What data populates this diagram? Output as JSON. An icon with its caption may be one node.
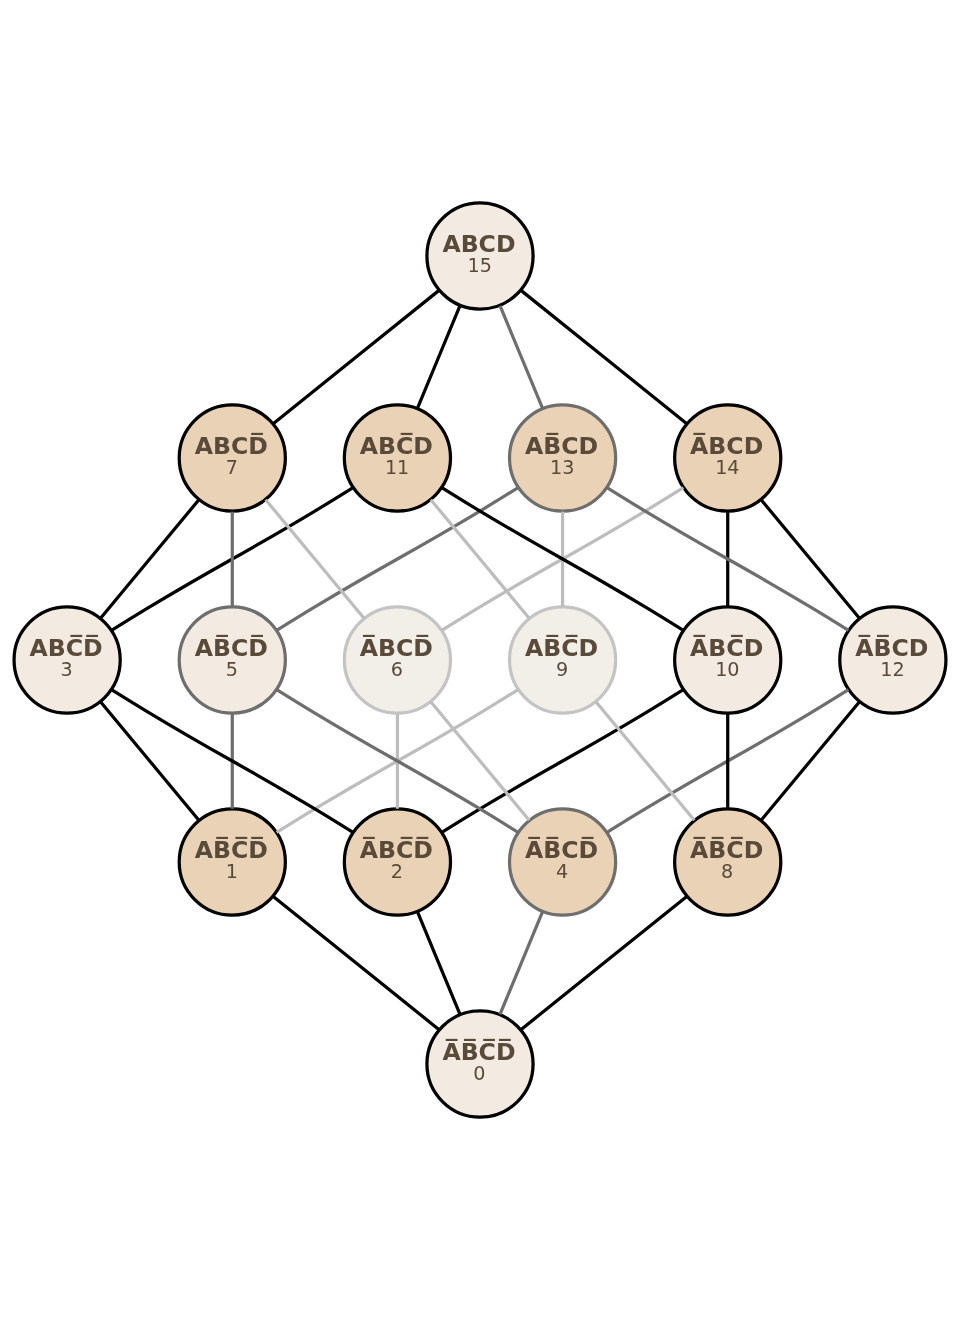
{
  "diagram": {
    "nodes": [
      {
        "text": [
          "A̅B̅C̅D̅",
          "0"
        ]
      },
      {
        "text": [
          "AB̅C̅D̅",
          "1"
        ]
      },
      {
        "text": [
          "A̅BC̅D̅",
          "2"
        ]
      },
      {
        "text": [
          "ABC̅D̅",
          "3"
        ]
      },
      {
        "text": [
          "A̅B̅CD̅",
          "4"
        ]
      },
      {
        "text": [
          "AB̅CD̅",
          "5"
        ]
      },
      {
        "text": [
          "A̅BCD̅",
          "6"
        ]
      },
      {
        "text": [
          "ABCD̅",
          "7"
        ]
      },
      {
        "text": [
          "A̅B̅C̅D",
          "8"
        ]
      },
      {
        "text": [
          "AB̅C̅D",
          "9"
        ]
      },
      {
        "text": [
          "A̅BC̅D",
          "10"
        ]
      },
      {
        "text": [
          "ABC̅D",
          "11"
        ]
      },
      {
        "text": [
          "A̅B̅CD",
          "12"
        ]
      },
      {
        "text": [
          "AB̅CD",
          "13"
        ]
      },
      {
        "text": [
          "A̅BCD",
          "14"
        ]
      },
      {
        "text": [
          "ABCD",
          "15"
        ]
      }
    ],
    "edges": [
      {
        "from": 0,
        "to": 1,
        "arrow": "none"
      },
      {
        "from": 0,
        "to": 2,
        "arrow": "none"
      },
      {
        "from": 0,
        "to": 4,
        "arrow": "none",
        "color": "#6e6e6e"
      },
      {
        "from": 0,
        "to": 8,
        "arrow": "none"
      },
      {
        "from": 1,
        "to": 3,
        "arrow": "none"
      },
      {
        "from": 1,
        "to": 5,
        "arrow": "none",
        "color": "#6e6e6e"
      },
      {
        "from": 1,
        "to": 9,
        "arrow": "none",
        "color": "#bdbdbd"
      },
      {
        "from": 2,
        "to": 3,
        "arrow": "none"
      },
      {
        "from": 2,
        "to": 6,
        "arrow": "none",
        "color": "#bdbdbd"
      },
      {
        "from": 2,
        "to": 10,
        "arrow": "none"
      },
      {
        "from": 3,
        "to": 7,
        "arrow": "none"
      },
      {
        "from": 3,
        "to": 11,
        "arrow": "none"
      },
      {
        "from": 4,
        "to": 5,
        "arrow": "none",
        "color": "#6e6e6e"
      },
      {
        "from": 4,
        "to": 6,
        "arrow": "none",
        "color": "#bdbdbd"
      },
      {
        "from": 4,
        "to": 12,
        "arrow": "none",
        "color": "#6e6e6e"
      },
      {
        "from": 5,
        "to": 7,
        "arrow": "none",
        "color": "#6e6e6e"
      },
      {
        "from": 5,
        "to": 13,
        "arrow": "none",
        "color": "#6e6e6e"
      },
      {
        "from": 6,
        "to": 7,
        "arrow": "none",
        "color": "#bdbdbd"
      },
      {
        "from": 6,
        "to": 14,
        "arrow": "none",
        "color": "#bdbdbd"
      },
      {
        "from": 7,
        "to": 15,
        "arrow": "none"
      },
      {
        "from": 8,
        "to": 9,
        "arrow": "none",
        "color": "#bdbdbd"
      },
      {
        "from": 8,
        "to": 10,
        "arrow": "none"
      },
      {
        "from": 8,
        "to": 12,
        "arrow": "none"
      },
      {
        "from": 9,
        "to": 11,
        "arrow": "none",
        "color": "#bdbdbd"
      },
      {
        "from": 9,
        "to": 13,
        "arrow": "none",
        "color": "#bdbdbd"
      },
      {
        "from": 10,
        "to": 11,
        "arrow": "none"
      },
      {
        "from": 10,
        "to": 14,
        "arrow": "none"
      },
      {
        "from": 11,
        "to": 15,
        "arrow": "none"
      },
      {
        "from": 12,
        "to": 13,
        "arrow": "none",
        "color": "#6e6e6e"
      },
      {
        "from": 12,
        "to": 14,
        "arrow": "none"
      },
      {
        "from": 13,
        "to": 15,
        "arrow": "none",
        "color": "#6e6e6e"
      },
      {
        "from": 14,
        "to": 15,
        "arrow": "none"
      }
    ]
  }
}
